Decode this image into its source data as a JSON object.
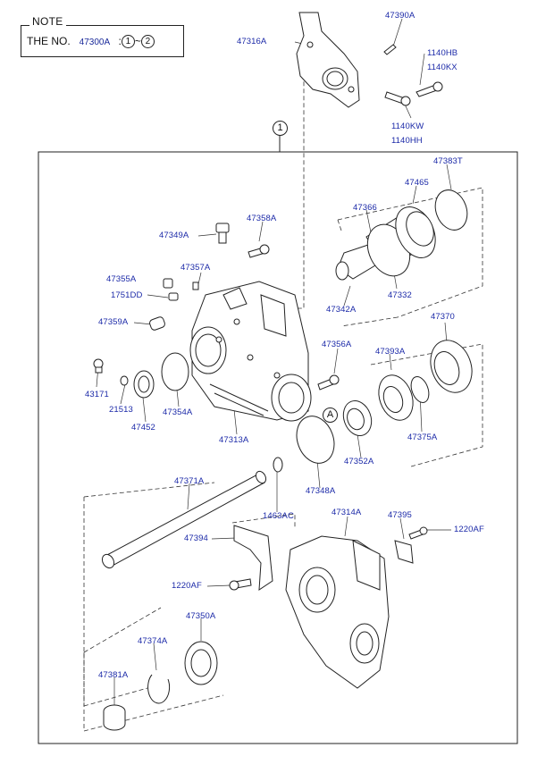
{
  "note": {
    "title": "NOTE",
    "line_prefix": "THE NO.",
    "part_no": "47300A",
    "range_start": "1",
    "range_sep": "~",
    "range_end": "2"
  },
  "group_marker": "1",
  "ref_marker": "A",
  "labels": {
    "p47390A": "47390A",
    "p47316A": "47316A",
    "p1140HB": "1140HB",
    "p1140KX": "1140KX",
    "p1140KW": "1140KW",
    "p1140HH": "1140HH",
    "p47383T": "47383T",
    "p47465": "47465",
    "p47366": "47366",
    "p47358A": "47358A",
    "p47349A": "47349A",
    "p47355A": "47355A",
    "p47357A": "47357A",
    "p1751DD": "1751DD",
    "p47342A": "47342A",
    "p47332": "47332",
    "p47359A": "47359A",
    "p47370": "47370",
    "p47356A": "47356A",
    "p47393A": "47393A",
    "p43171": "43171",
    "p21513": "21513",
    "p47354A": "47354A",
    "p47452": "47452",
    "p47313A": "47313A",
    "p47375A": "47375A",
    "p47352A": "47352A",
    "p47348A": "47348A",
    "p47371A": "47371A",
    "p1463AC": "1463AC",
    "p47314A": "47314A",
    "p47395": "47395",
    "p1220AF_r": "1220AF",
    "p47394": "47394",
    "p1220AF_l": "1220AF",
    "p47350A": "47350A",
    "p47374A": "47374A",
    "p47381A": "47381A"
  },
  "colors": {
    "label": "#1c2aa8",
    "line": "#222222"
  }
}
